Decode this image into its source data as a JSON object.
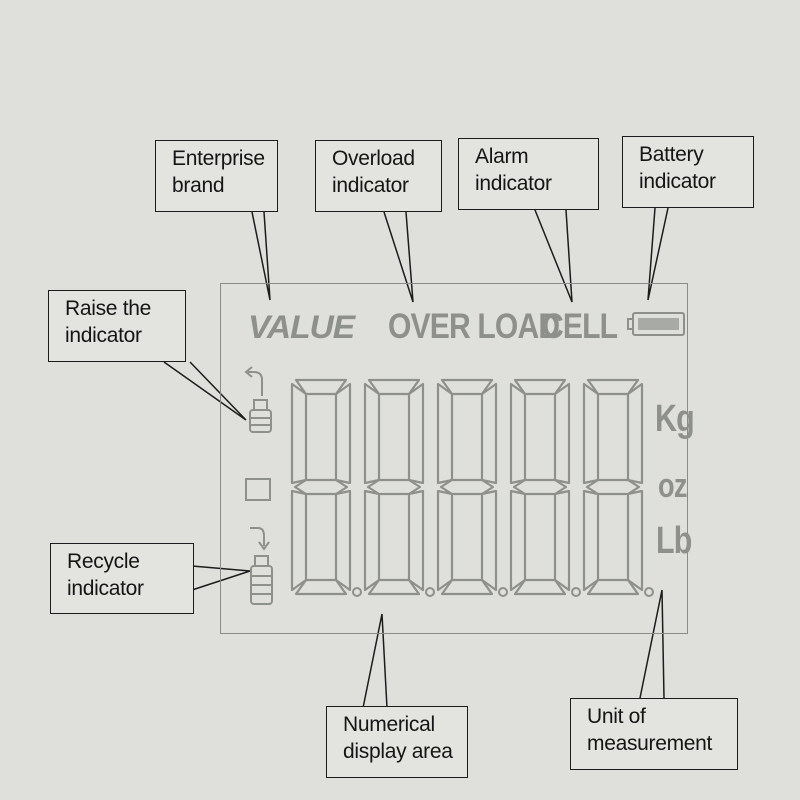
{
  "callouts": {
    "enterprise_brand": [
      "Enterprise",
      "brand"
    ],
    "overload_indicator": [
      "Overload",
      "indicator"
    ],
    "alarm_indicator": [
      "Alarm",
      "indicator"
    ],
    "battery_indicator": [
      "Battery",
      "indicator"
    ],
    "raise_indicator": [
      "Raise the",
      "indicator"
    ],
    "recycle_indicator": [
      "Recycle",
      "indicator"
    ],
    "numerical_display": [
      "Numerical",
      "display area"
    ],
    "unit_of_measurement": [
      "Unit of",
      "measurement"
    ]
  },
  "lcd": {
    "brand_text": "VALUE",
    "overload_text": "OVER LOAD",
    "cell_text": "CELL",
    "units": [
      "Kg",
      "oz",
      "Lb"
    ],
    "digit_count": 5
  },
  "colors": {
    "background": "#dfe0dc",
    "line": "#1c1c1c",
    "lcd_segment": "#8e908c"
  }
}
